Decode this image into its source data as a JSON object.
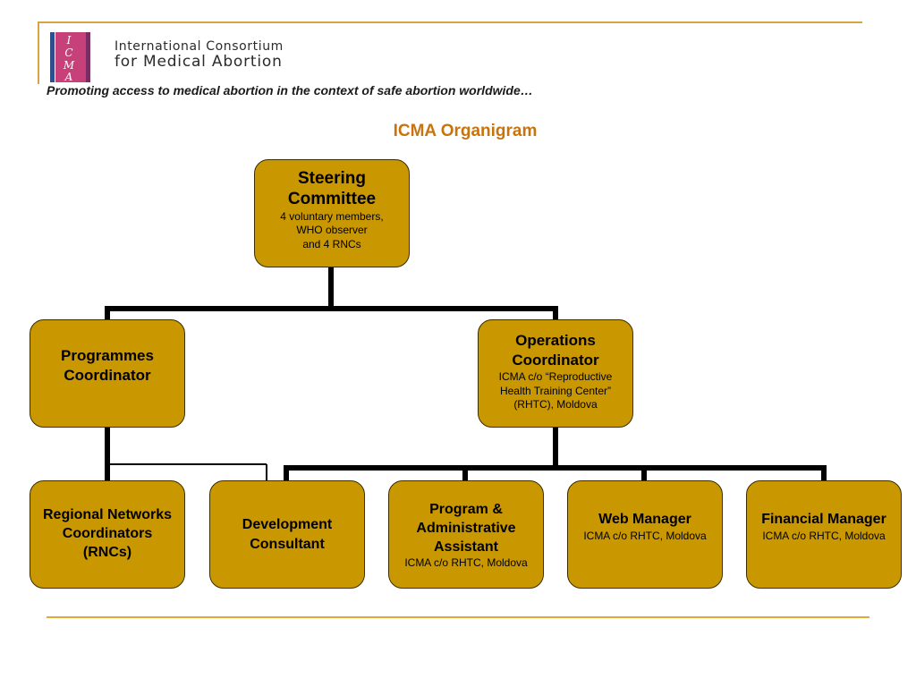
{
  "header": {
    "logo_letters": [
      "I",
      "C",
      "M",
      "A"
    ],
    "org_line1": "International Consortium",
    "org_line2": "for Medical Abortion",
    "tagline": "Promoting access to medical abortion in the context of safe abortion worldwide…"
  },
  "title": "ICMA Organigram",
  "nodes": {
    "steering": {
      "title_l1": "Steering",
      "title_l2": "Committee",
      "sub_l1": "4 voluntary members,",
      "sub_l2": "WHO observer",
      "sub_l3": "and 4 RNCs"
    },
    "programmes": {
      "title_l1": "Programmes",
      "title_l2": "Coordinator"
    },
    "operations": {
      "title_l1": "Operations",
      "title_l2": "Coordinator",
      "sub_l1": "ICMA c/o “Reproductive",
      "sub_l2": "Health Training Center”",
      "sub_l3": "(RHTC),  Moldova"
    },
    "rnc": {
      "title_l1": "Regional Networks",
      "title_l2": "Coordinators",
      "title_l3": "(RNCs)"
    },
    "development": {
      "title_l1": "Development",
      "title_l2": "Consultant"
    },
    "program_admin": {
      "title_l1": "Program &",
      "title_l2": "Administrative",
      "title_l3": "Assistant",
      "sub_l1": "ICMA c/o RHTC, Moldova"
    },
    "web": {
      "title_l1": "Web Manager",
      "sub_l1": "ICMA c/o RHTC, Moldova"
    },
    "financial": {
      "title_l1": "Financial Manager",
      "sub_l1": "ICMA c/o RHTC, Moldova"
    }
  },
  "colors": {
    "box_fill": "#C99700",
    "title_color": "#C9730C",
    "rule_color": "#E3A637",
    "connector_color": "#000000"
  }
}
